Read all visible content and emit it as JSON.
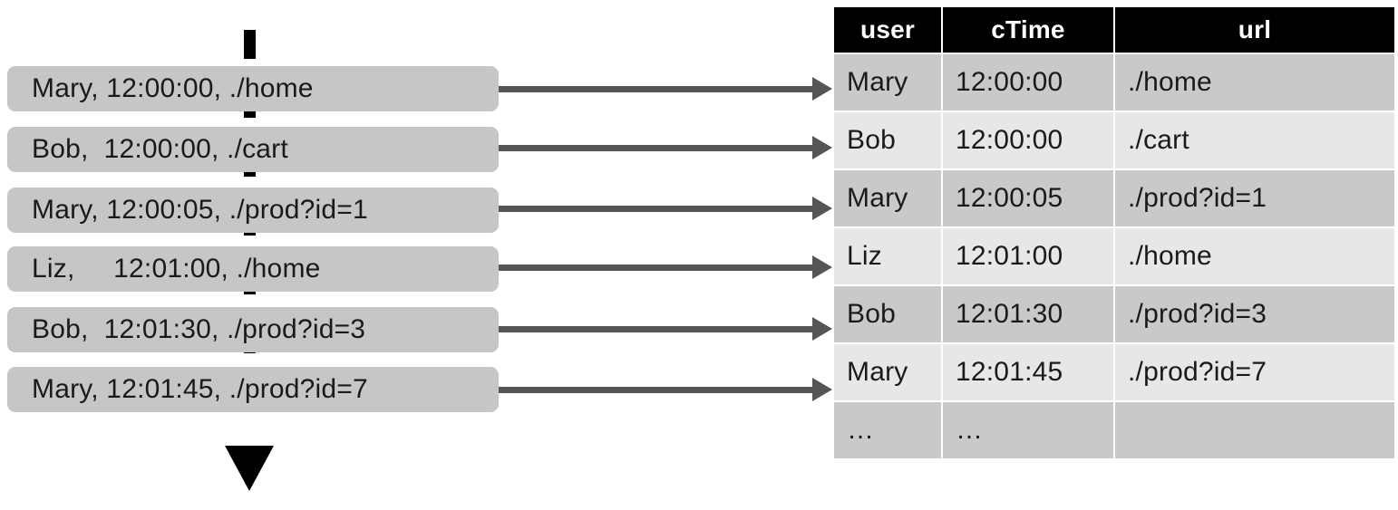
{
  "diagram": {
    "title": "clickstream-to-table-mapping",
    "colors": {
      "event_box": "#c6c6c6",
      "timeline": "#000000",
      "connector": "#555555",
      "header_bg": "#000000",
      "header_text": "#ffffff",
      "row_dark": "#c9c9c9",
      "row_light": "#e7e7e7",
      "text": "#1a1a1a"
    }
  },
  "stream": {
    "axis_label": "event-time-axis",
    "arrow_direction": "down",
    "events": [
      {
        "text": "Mary, 12:00:00, ./home"
      },
      {
        "text": "Bob,  12:00:00, ./cart"
      },
      {
        "text": "Mary, 12:00:05, ./prod?id=1"
      },
      {
        "text": "Liz,     12:01:00, ./home"
      },
      {
        "text": "Bob,  12:01:30, ./prod?id=3"
      },
      {
        "text": "Mary, 12:01:45, ./prod?id=7"
      }
    ]
  },
  "table": {
    "headers": [
      "user",
      "cTime",
      "url"
    ],
    "rows": [
      {
        "user": "Mary",
        "cTime": "12:00:00",
        "url": "./home"
      },
      {
        "user": "Bob",
        "cTime": "12:00:00",
        "url": "./cart"
      },
      {
        "user": "Mary",
        "cTime": "12:00:05",
        "url": "./prod?id=1"
      },
      {
        "user": "Liz",
        "cTime": "12:01:00",
        "url": "./home"
      },
      {
        "user": "Bob",
        "cTime": "12:01:30",
        "url": "./prod?id=3"
      },
      {
        "user": "Mary",
        "cTime": "12:01:45",
        "url": "./prod?id=7"
      },
      {
        "user": "…",
        "cTime": "…",
        "url": ""
      }
    ]
  },
  "connectors": {
    "count": 6,
    "style": "arrow-right"
  }
}
